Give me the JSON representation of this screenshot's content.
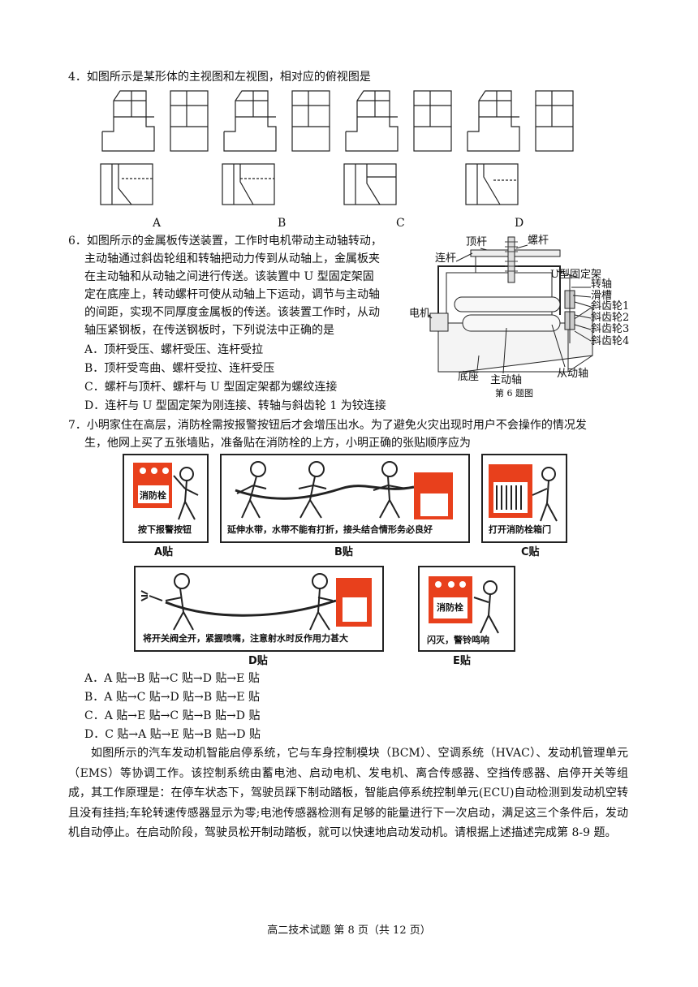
{
  "q4": {
    "stem": "4．如图所示是某形体的主视图和左视图，相对应的俯视图是",
    "options": [
      "A",
      "B",
      "C",
      "D"
    ]
  },
  "q6": {
    "stem_lines": [
      "6．如图所示的金属板传送装置，工作时电机带动主动轴转动，",
      "主动轴通过斜齿轮组和转轴把动力传到从动轴上，金属板夹",
      "在主动轴和从动轴之间进行传送。该装置中 U 型固定架固",
      "定在底座上，转动螺杆可使从动轴上下运动，调节与主动轴",
      "的间距，实现不同厚度金属板的传送。该装置工作时，从动",
      "轴压紧钢板，在传送钢板时，下列说法中正确的是"
    ],
    "options": [
      "A．顶杆受压、螺杆受压、连杆受拉",
      "B．顶杆受弯曲、螺杆受拉、连杆受压",
      "C．螺杆与顶杆、螺杆与 U 型固定架都为螺纹连接",
      "D．连杆与 U 型固定架为刚连接、转轴与斜齿轮 1 为铰连接"
    ],
    "figure": {
      "caption": "第 6 题图",
      "labels": {
        "dinggan": "顶杆",
        "luogan": "螺杆",
        "liangan": "连杆",
        "ujia": "U型固定架",
        "zhuanzhou": "转轴",
        "huacao": "滑槽",
        "gear1": "斜齿轮1",
        "gear2": "斜齿轮2",
        "gear3": "斜齿轮3",
        "gear4": "斜齿轮4",
        "dianji": "电机",
        "dizuo": "底座",
        "zhudong": "主动轴",
        "congdong": "从动轴"
      }
    }
  },
  "q7": {
    "stem_lines": [
      "7．小明家住在高层，消防栓需按报警按钮后才会增压出水。为了避免火灾出现时用户不会操作的情况发",
      "生，他网上买了五张墙贴，准备贴在消防栓的上方，小明正确的张贴顺序应为"
    ],
    "stickers": {
      "A": {
        "caption": "按下报警按钮",
        "box_label": "消防栓",
        "name": "A贴"
      },
      "B": {
        "caption": "延伸水带，水带不能有打折，接头结合情形务必良好",
        "name": "B贴"
      },
      "C": {
        "caption": "打开消防栓箱门",
        "name": "C贴"
      },
      "D": {
        "caption": "将开关阀全开，紧握喷嘴，注意射水时反作用力甚大",
        "name": "D贴"
      },
      "E": {
        "caption": "闪灭，警铃鸣响",
        "box_label": "消防栓",
        "name": "E贴"
      }
    },
    "options": [
      "A．A 贴→B 贴→C 贴→D 贴→E 贴",
      "B．A 贴→C 贴→D 贴→B 贴→E 贴",
      "C．A 贴→E 贴→C 贴→B 贴→D 贴",
      "D．C 贴→A 贴→E 贴→B 贴→D 贴"
    ]
  },
  "passage": "如图所示的汽车发动机智能启停系统，它与车身控制模块（BCM）、空调系统（HVAC）、发动机管理单元（EMS）等协调工作。该控制系统由蓄电池、启动电机、发电机、离合传感器、空挡传感器、启停开关等组成，其工作原理是：在停车状态下，驾驶员踩下制动踏板，智能启停系统控制单元(ECU)自动检测到发动机空转且没有挂挡;车轮转速传感器显示为零;电池传感器检测有足够的能量进行下一次启动，满足这三个条件后，发动机自动停止。在启动阶段，驾驶员松开制动踏板，就可以快速地启动发动机。请根据上述描述完成第 8-9 题。",
  "footer": "高二技术试题 第 8 页（共 12 页）",
  "colors": {
    "sticker_red": "#e8401c",
    "sticker_border": "#222222"
  }
}
